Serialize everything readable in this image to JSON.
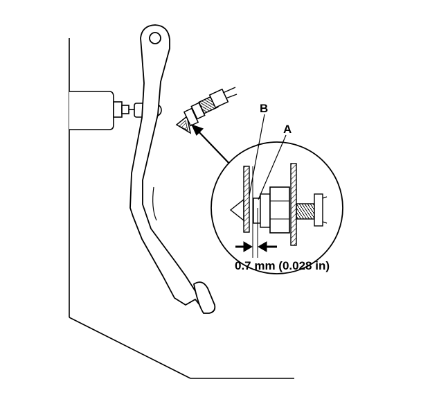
{
  "labels": {
    "a": "A",
    "b": "B",
    "clearance": "0.7 mm (0.028 in)"
  },
  "colors": {
    "line": "#000000",
    "background": "#ffffff"
  }
}
